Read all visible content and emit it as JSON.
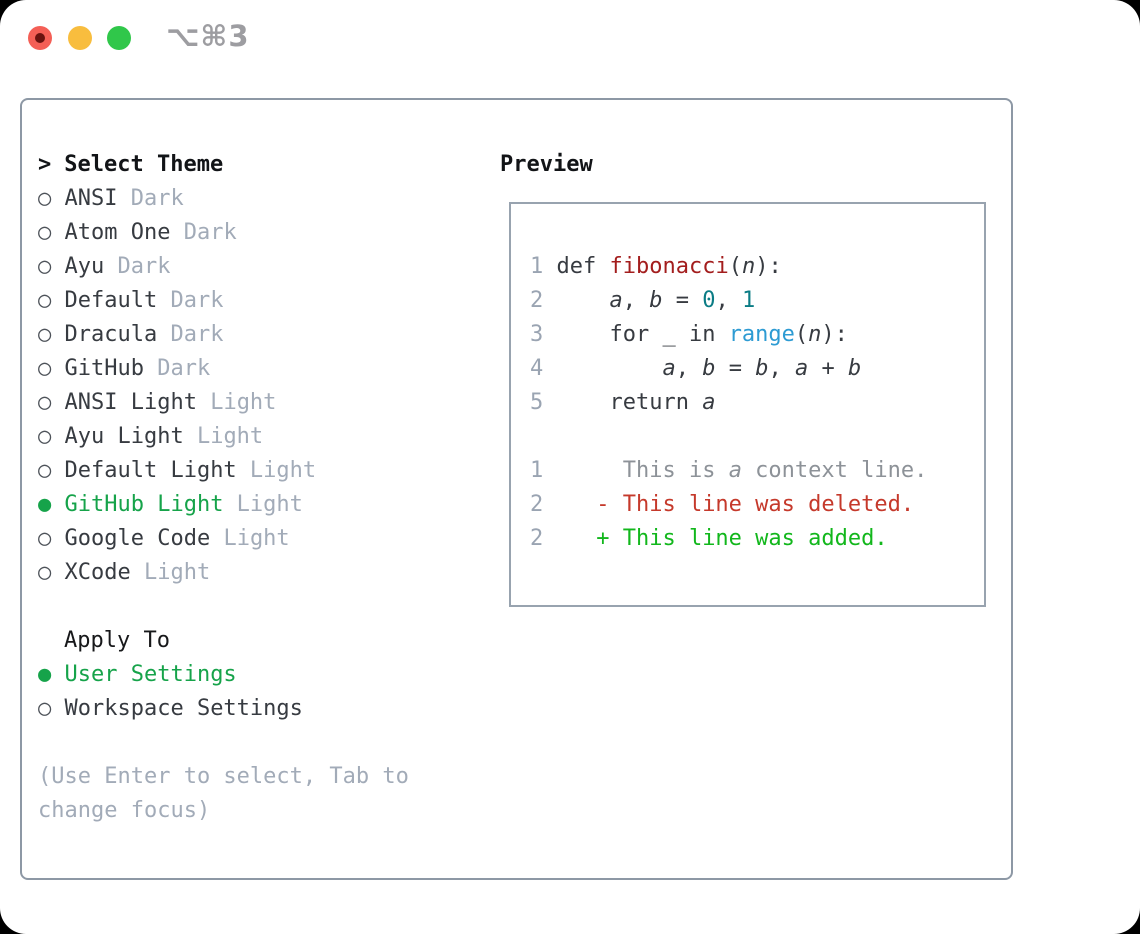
{
  "titlebar": {
    "shortcut": "⌥⌘3"
  },
  "colors": {
    "traffic_red": "#f45f56",
    "traffic_yellow": "#f8bd3e",
    "traffic_green": "#30c74a",
    "accent_selected_green": "#16a34a",
    "added_green": "#12b71c",
    "deleted_red": "#c5392b",
    "function_red": "#a31d1d",
    "literal_teal": "#0b7c85",
    "builtin_blue": "#2d9bd3",
    "secondary_gray": "#a2abb8",
    "panel_border": "#8d98a5"
  },
  "selector": {
    "prompt": ">",
    "title": "Select Theme",
    "icons": {
      "radio_selected": "●",
      "radio_unselected": "○"
    },
    "themes": [
      {
        "name": "ANSI",
        "variant": "Dark",
        "selected": false
      },
      {
        "name": "Atom One",
        "variant": "Dark",
        "selected": false
      },
      {
        "name": "Ayu",
        "variant": "Dark",
        "selected": false
      },
      {
        "name": "Default",
        "variant": "Dark",
        "selected": false
      },
      {
        "name": "Dracula",
        "variant": "Dark",
        "selected": false
      },
      {
        "name": "GitHub",
        "variant": "Dark",
        "selected": false
      },
      {
        "name": "ANSI Light",
        "variant": "Light",
        "selected": false
      },
      {
        "name": "Ayu Light",
        "variant": "Light",
        "selected": false
      },
      {
        "name": "Default Light",
        "variant": "Light",
        "selected": false
      },
      {
        "name": "GitHub Light",
        "variant": "Light",
        "selected": true
      },
      {
        "name": "Google Code",
        "variant": "Light",
        "selected": false
      },
      {
        "name": "XCode",
        "variant": "Light",
        "selected": false
      }
    ],
    "apply_to": {
      "title": "Apply To",
      "options": [
        {
          "label": "User Settings",
          "selected": true
        },
        {
          "label": "Workspace Settings",
          "selected": false
        }
      ]
    },
    "hint": "(Use Enter to select, Tab to change focus)"
  },
  "preview": {
    "title": "Preview",
    "lines": [
      {
        "num": "1",
        "segs": [
          [
            " def ",
            "p"
          ],
          [
            "fibonacci",
            "f"
          ],
          [
            "(",
            "p"
          ],
          [
            "n",
            "v"
          ],
          [
            "):",
            "p"
          ]
        ]
      },
      {
        "num": "2",
        "segs": [
          [
            "     ",
            "p"
          ],
          [
            "a",
            "v"
          ],
          [
            ", ",
            "p"
          ],
          [
            "b",
            "v"
          ],
          [
            " = ",
            "p"
          ],
          [
            "0",
            "l"
          ],
          [
            ", ",
            "p"
          ],
          [
            "1",
            "l"
          ]
        ]
      },
      {
        "num": "3",
        "segs": [
          [
            "     for _ in ",
            "p"
          ],
          [
            "range",
            "b"
          ],
          [
            "(",
            "p"
          ],
          [
            "n",
            "v"
          ],
          [
            "):",
            "p"
          ]
        ]
      },
      {
        "num": "4",
        "segs": [
          [
            "         ",
            "p"
          ],
          [
            "a",
            "v"
          ],
          [
            ", ",
            "p"
          ],
          [
            "b",
            "v"
          ],
          [
            " = ",
            "p"
          ],
          [
            "b",
            "v"
          ],
          [
            ", ",
            "p"
          ],
          [
            "a",
            "v"
          ],
          [
            " + ",
            "p"
          ],
          [
            "b",
            "v"
          ]
        ]
      },
      {
        "num": "5",
        "segs": [
          [
            "     return ",
            "p"
          ],
          [
            "a",
            "v"
          ]
        ]
      },
      {
        "num": "",
        "segs": []
      },
      {
        "num": "1",
        "segs": [
          [
            "      This is ",
            "c"
          ],
          [
            "a",
            "ci"
          ],
          [
            " context line.",
            "c"
          ]
        ]
      },
      {
        "num": "2",
        "segs": [
          [
            "    - This line was deleted.",
            "d"
          ]
        ]
      },
      {
        "num": "2",
        "segs": [
          [
            "    + This line was added.",
            "a"
          ]
        ]
      }
    ]
  }
}
